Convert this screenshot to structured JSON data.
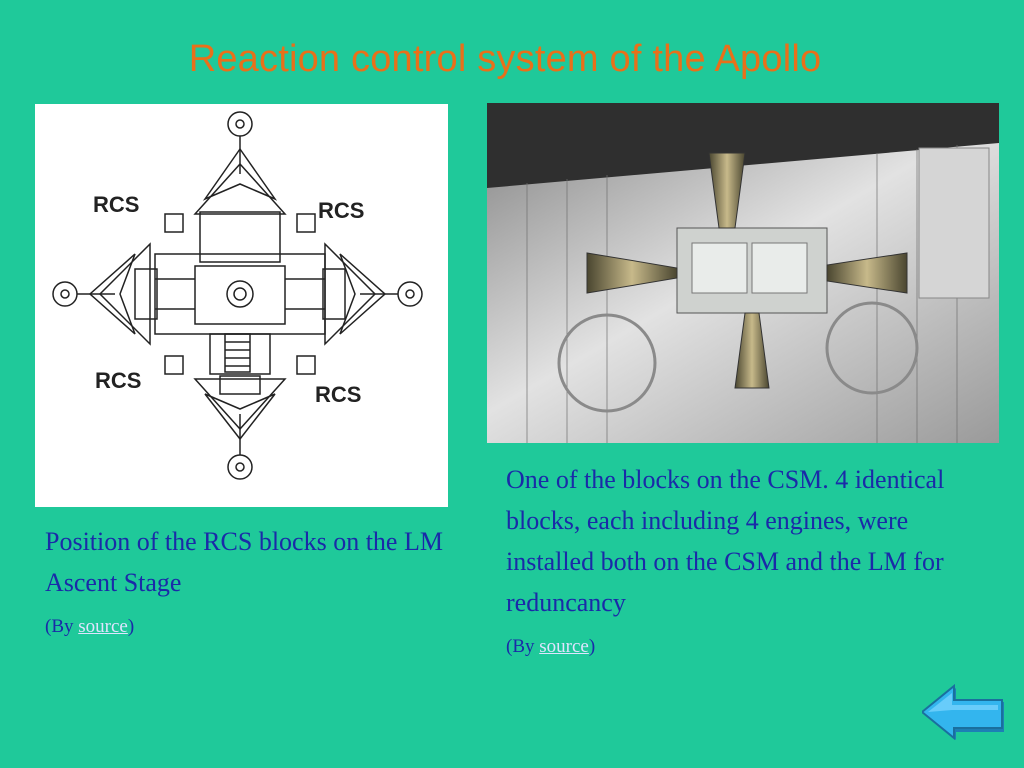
{
  "title": "Reaction control system of the Apollo",
  "left_figure": {
    "labels": [
      "RCS",
      "RCS",
      "RCS",
      "RCS"
    ]
  },
  "captions": {
    "left": {
      "text": "Position of the RCS blocks on the LM Ascent Stage",
      "credit_prefix": "(By ",
      "credit_link": "source",
      "credit_suffix": ")"
    },
    "right": {
      "text": "One of the blocks on the CSM. 4 identical blocks, each including 4 engines, were installed both on the CSM and the LM for reduncancy",
      "credit_prefix": "(By ",
      "credit_link": "source",
      "credit_suffix": ")"
    }
  },
  "nav": {
    "back_icon": "back-arrow-icon"
  },
  "colors": {
    "background": "#1fc99a",
    "title": "#e8701a",
    "caption": "#1a2aa8",
    "button": "#29a8e6"
  }
}
